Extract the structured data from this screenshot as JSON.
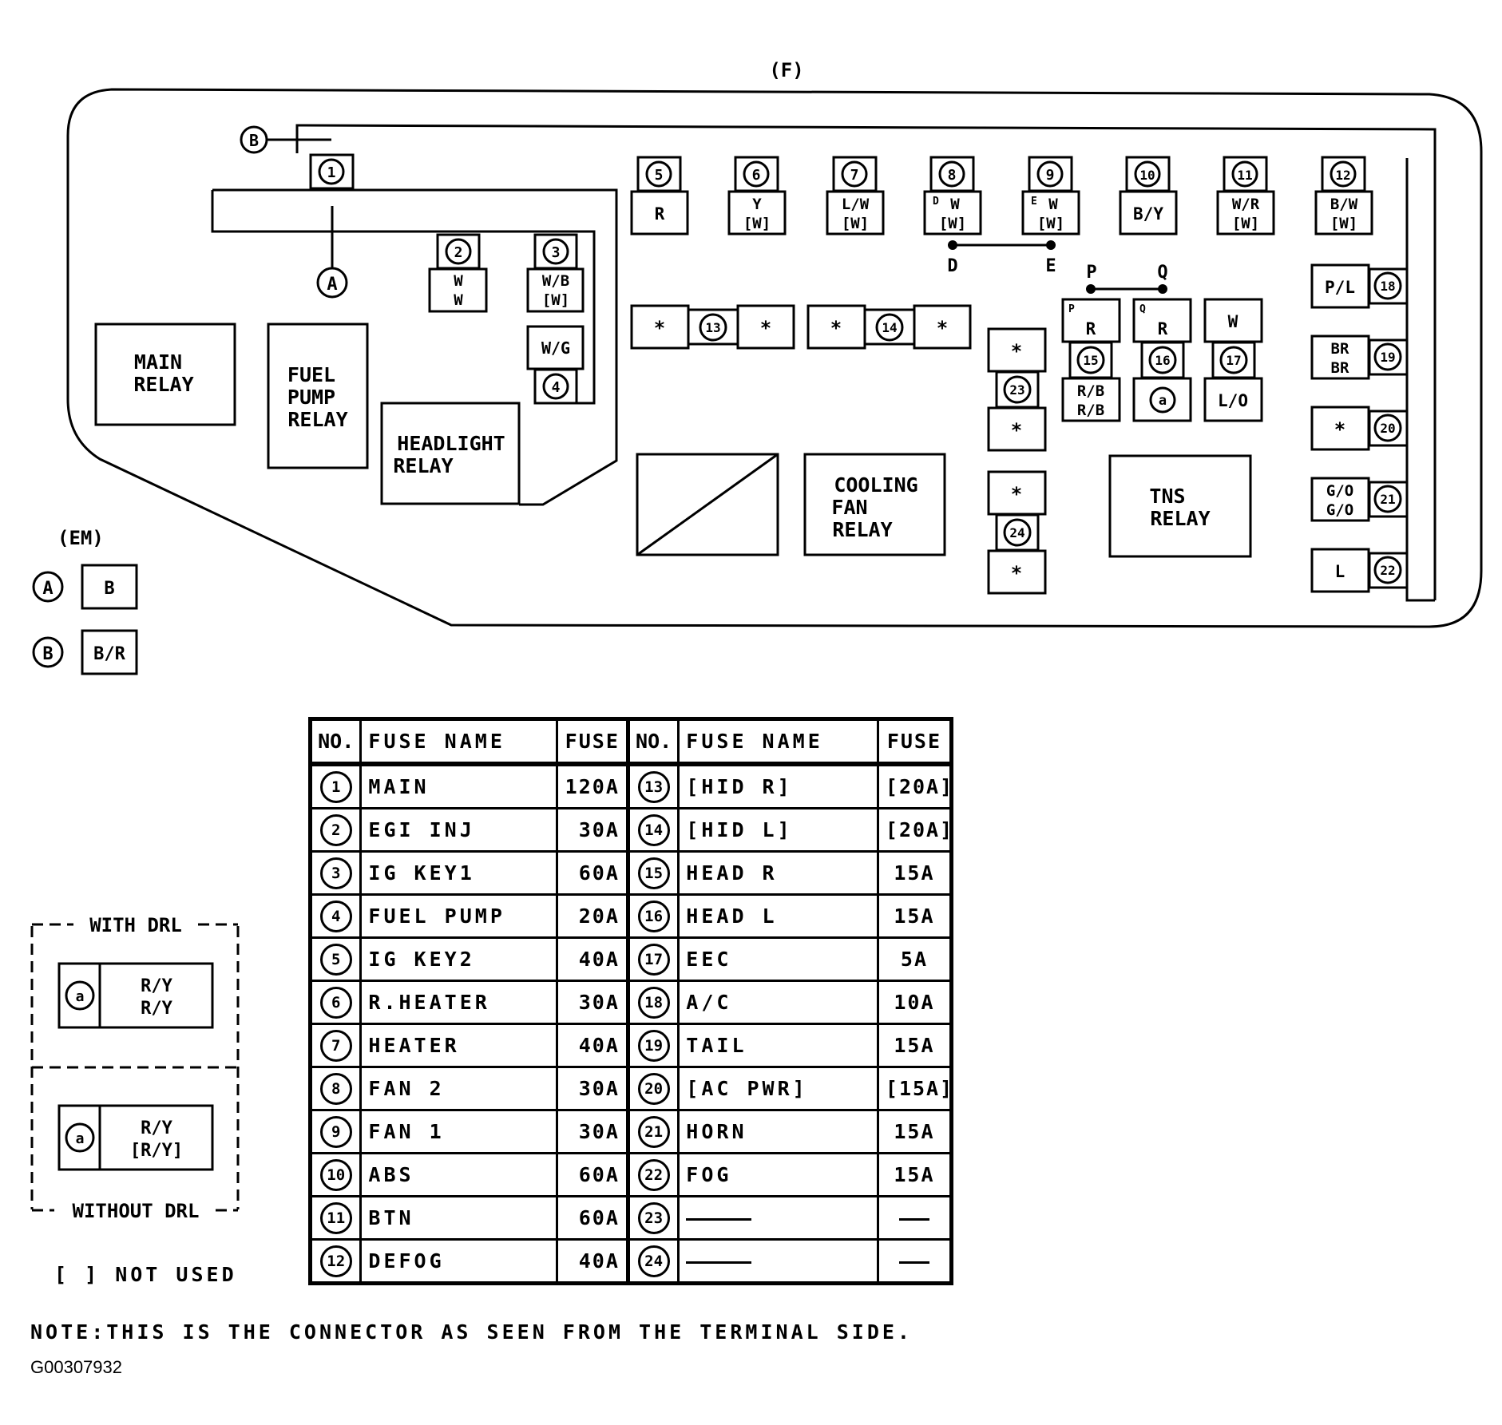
{
  "connector_label": "(F)",
  "em_label": "(EM)",
  "letters": {
    "A": "A",
    "B": "B",
    "D": "D",
    "E": "E",
    "P": "P",
    "Q": "Q",
    "a": "a"
  },
  "em_wires": [
    {
      "ref": "A",
      "color": "B"
    },
    {
      "ref": "B",
      "color": "B/R"
    }
  ],
  "terminals": {
    "t1": {
      "no": "1",
      "wire": ""
    },
    "t2": {
      "no": "2",
      "wire": [
        "W",
        "W"
      ]
    },
    "t3": {
      "no": "3",
      "wire": [
        "W/B",
        "[W]"
      ]
    },
    "t4": {
      "no": "4",
      "wire": "W/G"
    },
    "t5": {
      "no": "5",
      "wire": "R"
    },
    "t6": {
      "no": "6",
      "wire": [
        "Y",
        "[W]"
      ]
    },
    "t7": {
      "no": "7",
      "wire": [
        "L/W",
        "[W]"
      ]
    },
    "t8": {
      "no": "8",
      "wire": [
        "W",
        "[W]"
      ]
    },
    "t9": {
      "no": "9",
      "wire": [
        "W",
        "[W]"
      ]
    },
    "t10": {
      "no": "10",
      "wire": "B/Y"
    },
    "t11": {
      "no": "11",
      "wire": [
        "W/R",
        "[W]"
      ]
    },
    "t12": {
      "no": "12",
      "wire": [
        "B/W",
        "[W]"
      ]
    },
    "t13": {
      "no": "13",
      "wire": [
        "*",
        "*"
      ]
    },
    "t14": {
      "no": "14",
      "wire": [
        "*",
        "*"
      ]
    },
    "t15": {
      "no": "15",
      "wire": [
        "R",
        "R/B",
        "R/B"
      ]
    },
    "t16": {
      "no": "16",
      "wire": [
        "R",
        "a"
      ]
    },
    "t17": {
      "no": "17",
      "wire": [
        "W",
        "L/O"
      ]
    },
    "t18": {
      "no": "18",
      "wire": "P/L"
    },
    "t19": {
      "no": "19",
      "wire": [
        "BR",
        "BR"
      ]
    },
    "t20": {
      "no": "20",
      "wire": "*"
    },
    "t21": {
      "no": "21",
      "wire": [
        "G/O",
        "G/O"
      ]
    },
    "t22": {
      "no": "22",
      "wire": "L"
    },
    "t23": {
      "no": "23",
      "wire": [
        "*",
        "*"
      ]
    },
    "t24": {
      "no": "24",
      "wire": [
        "*",
        "*"
      ]
    }
  },
  "relays": {
    "main": [
      "MAIN",
      "RELAY"
    ],
    "fuel_pump": [
      "FUEL",
      "PUMP",
      "RELAY"
    ],
    "headlight": [
      "HEADLIGHT",
      "RELAY"
    ],
    "cooling_fan": [
      "COOLING",
      "FAN",
      "RELAY"
    ],
    "tns": [
      "TNS",
      "RELAY"
    ]
  },
  "drl": {
    "with_label": "WITH DRL",
    "without_label": "WITHOUT DRL",
    "with_wire": [
      "R/Y",
      "R/Y"
    ],
    "without_wire": [
      "R/Y",
      "[R/Y]"
    ]
  },
  "table": {
    "headers": [
      "NO.",
      "FUSE NAME",
      "FUSE",
      "NO.",
      "FUSE NAME",
      "FUSE"
    ],
    "rows": [
      {
        "no": "1",
        "name": "MAIN",
        "fuse": "120A",
        "no2": "13",
        "name2": "[HID R]",
        "fuse2": "[20A]"
      },
      {
        "no": "2",
        "name": "EGI INJ",
        "fuse": "30A",
        "no2": "14",
        "name2": "[HID L]",
        "fuse2": "[20A]"
      },
      {
        "no": "3",
        "name": "IG KEY1",
        "fuse": "60A",
        "no2": "15",
        "name2": "HEAD R",
        "fuse2": "15A"
      },
      {
        "no": "4",
        "name": "FUEL PUMP",
        "fuse": "20A",
        "no2": "16",
        "name2": "HEAD L",
        "fuse2": "15A"
      },
      {
        "no": "5",
        "name": "IG KEY2",
        "fuse": "40A",
        "no2": "17",
        "name2": "EEC",
        "fuse2": "5A"
      },
      {
        "no": "6",
        "name": "R.HEATER",
        "fuse": "30A",
        "no2": "18",
        "name2": "A/C",
        "fuse2": "10A"
      },
      {
        "no": "7",
        "name": "HEATER",
        "fuse": "40A",
        "no2": "19",
        "name2": "TAIL",
        "fuse2": "15A"
      },
      {
        "no": "8",
        "name": "FAN 2",
        "fuse": "30A",
        "no2": "20",
        "name2": "[AC PWR]",
        "fuse2": "[15A]"
      },
      {
        "no": "9",
        "name": "FAN 1",
        "fuse": "30A",
        "no2": "21",
        "name2": "HORN",
        "fuse2": "15A"
      },
      {
        "no": "10",
        "name": "ABS",
        "fuse": "60A",
        "no2": "22",
        "name2": "FOG",
        "fuse2": "15A"
      },
      {
        "no": "11",
        "name": "BTN",
        "fuse": "60A",
        "no2": "23",
        "name2": "",
        "fuse2": ""
      },
      {
        "no": "12",
        "name": "DEFOG",
        "fuse": "40A",
        "no2": "24",
        "name2": "",
        "fuse2": ""
      }
    ]
  },
  "legend_not_used": "[ ] NOT USED",
  "note": "NOTE:THIS IS THE CONNECTOR AS SEEN FROM THE TERMINAL SIDE.",
  "figure_code": "G00307932"
}
